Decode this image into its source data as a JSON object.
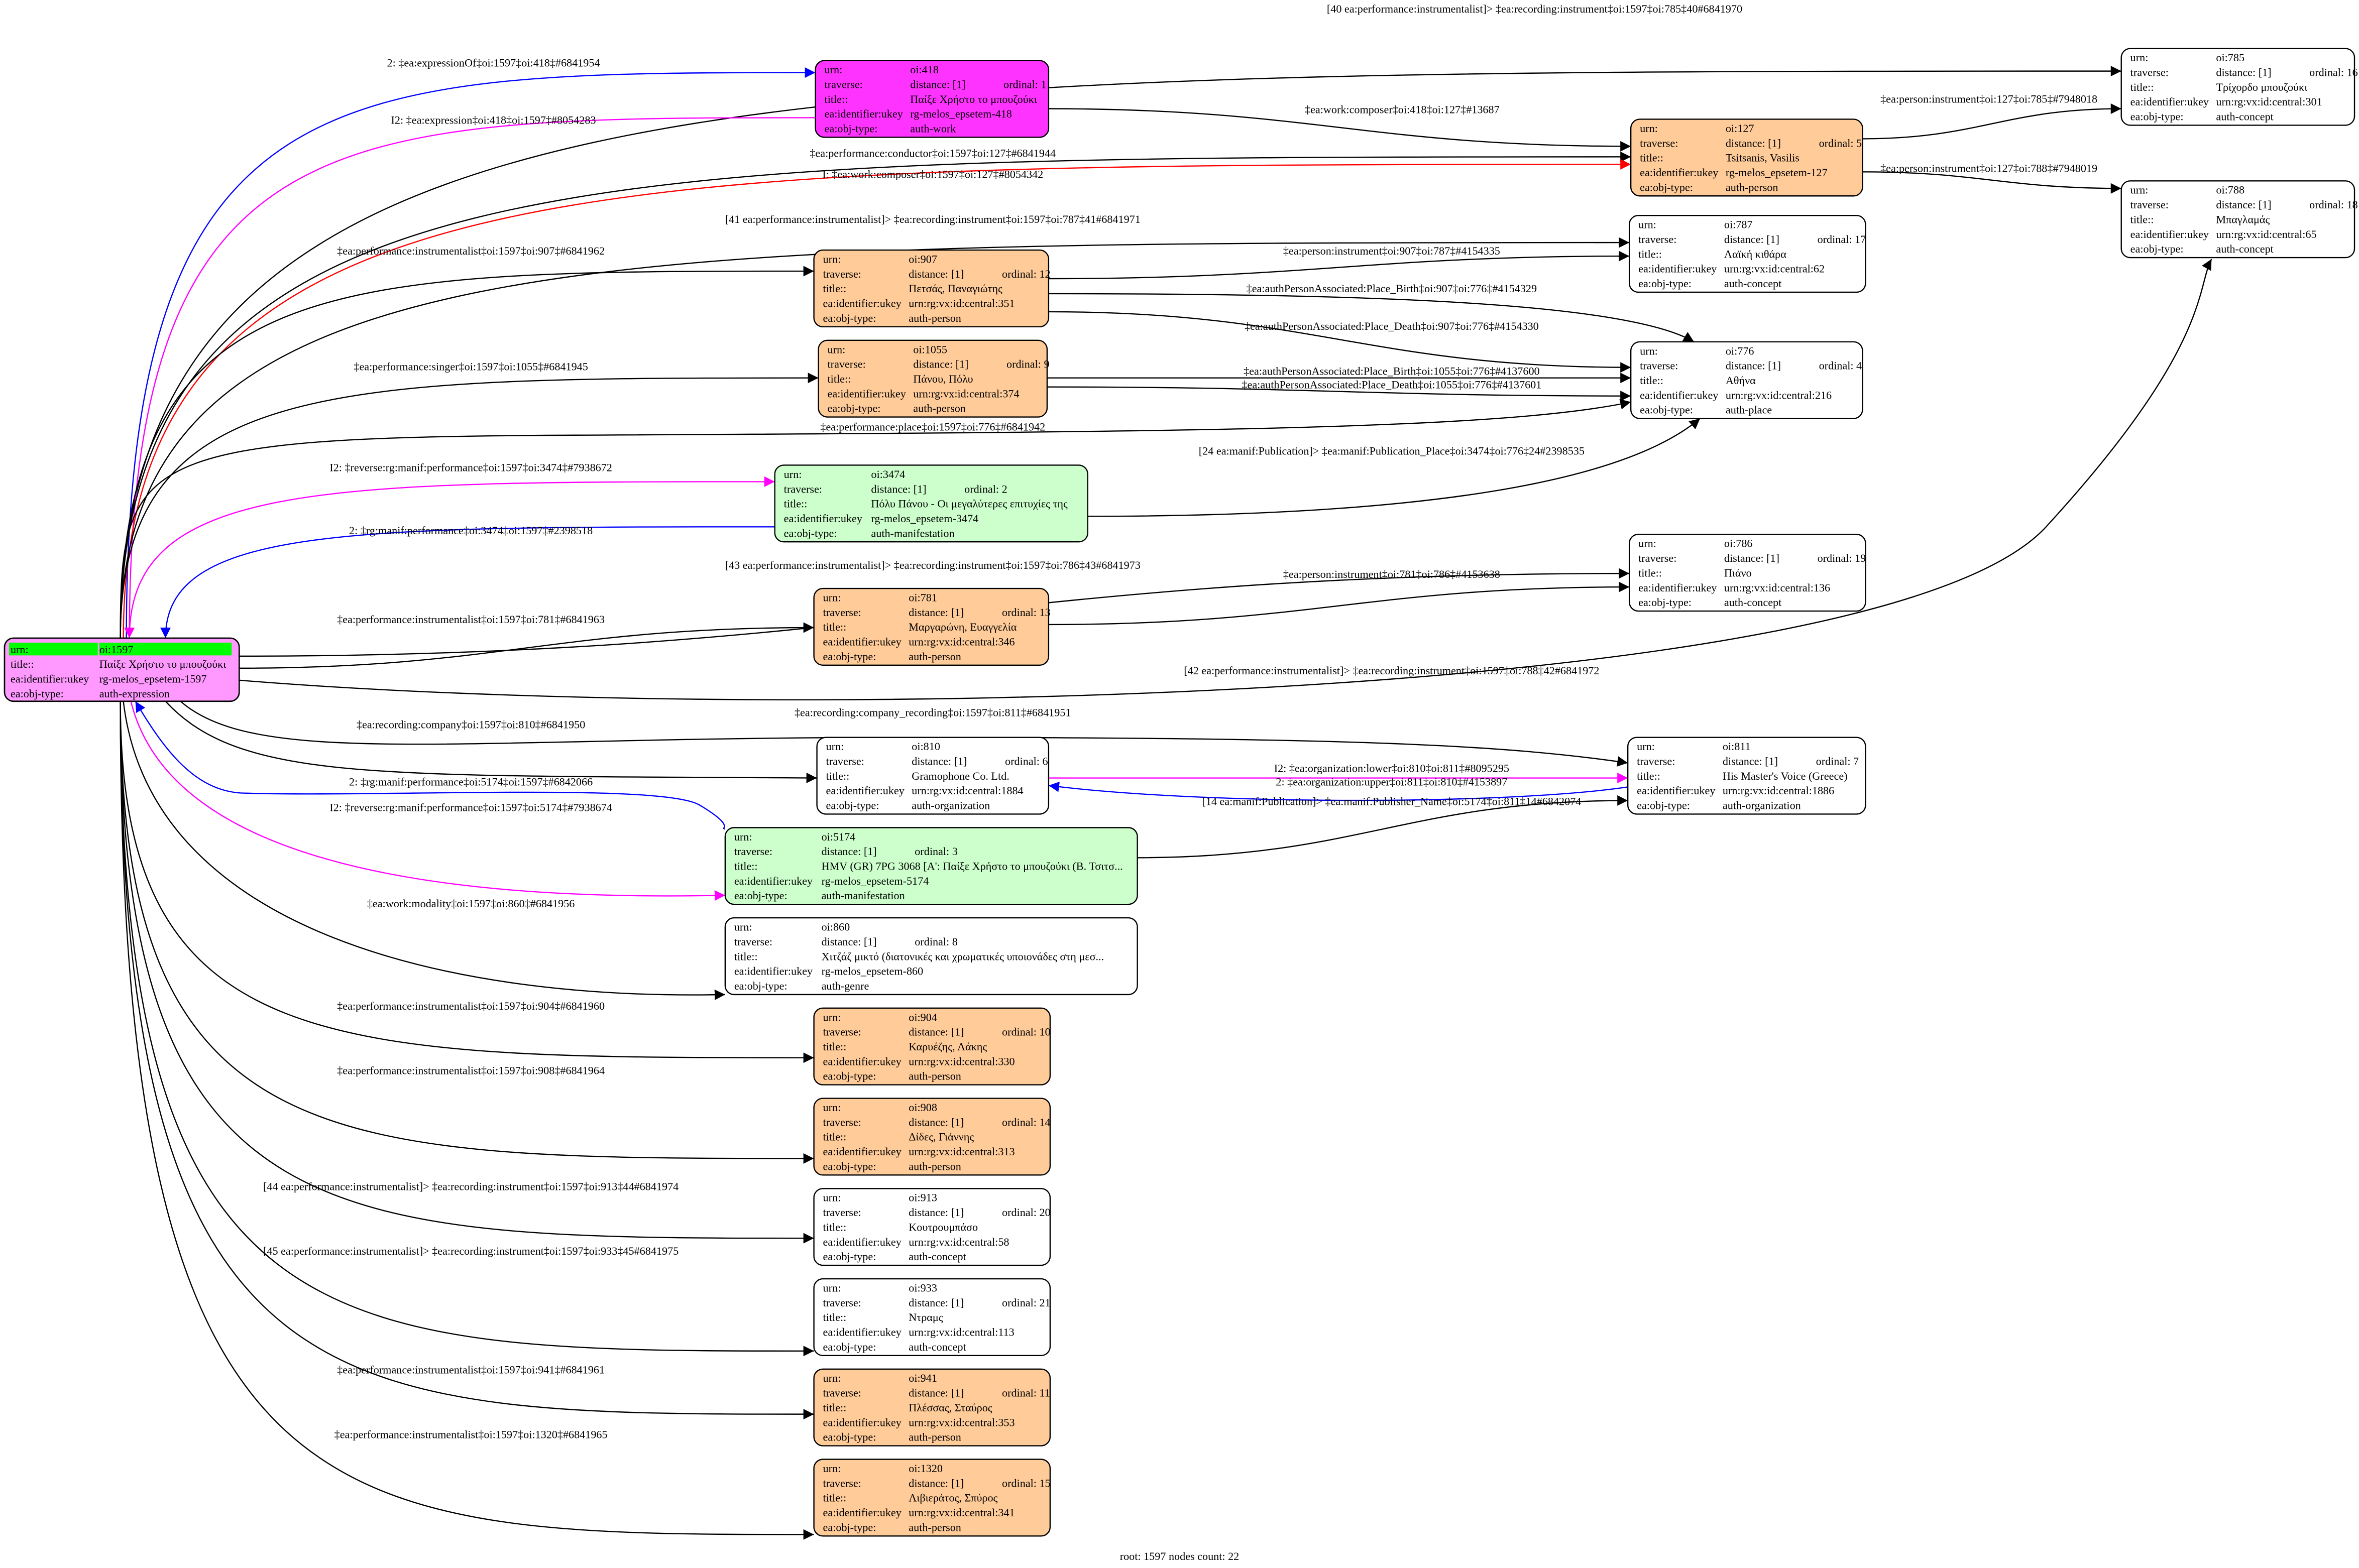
{
  "field_labels": {
    "urn": "urn:",
    "traverse": "traverse:",
    "title": "title::",
    "ukey": "ea:identifier:ukey",
    "obj_type": "ea:obj-type:"
  },
  "colors": {
    "person": "#ffcc99",
    "work": "#ff33ff",
    "expression": "#ff99ff",
    "manifestation": "#ccffcc",
    "plain": "#ffffff",
    "root_highlight": "#00ff00",
    "black": "#000000",
    "blue": "#0000ff",
    "magenta": "#ff00ff",
    "red": "#ff0000"
  },
  "root": {
    "urn": "oi:1597",
    "title": "Παίξε Χρήστο το μπουζούκι",
    "ukey": "rg-melos_epsetem-1597",
    "obj_type": "auth-expression"
  },
  "nodes": [
    {
      "urn": "oi:418",
      "distance": "distance: [1]",
      "ordinal": "ordinal: 1",
      "title": "Παίξε Χρήστο το μπουζούκι",
      "ukey": "rg-melos_epsetem-418",
      "obj_type": "auth-work",
      "kind": "work"
    },
    {
      "urn": "oi:127",
      "distance": "distance: [1]",
      "ordinal": "ordinal: 5",
      "title": "Tsitsanis, Vasilis",
      "ukey": "rg-melos_epsetem-127",
      "obj_type": "auth-person",
      "kind": "person"
    },
    {
      "urn": "oi:785",
      "distance": "distance: [1]",
      "ordinal": "ordinal: 16",
      "title": "Τρίχορδο μπουζούκι",
      "ukey": "urn:rg:vx:id:central:301",
      "obj_type": "auth-concept",
      "kind": "plain"
    },
    {
      "urn": "oi:788",
      "distance": "distance: [1]",
      "ordinal": "ordinal: 18",
      "title": "Μπαγλαμάς",
      "ukey": "urn:rg:vx:id:central:65",
      "obj_type": "auth-concept",
      "kind": "plain"
    },
    {
      "urn": "oi:907",
      "distance": "distance: [1]",
      "ordinal": "ordinal: 12",
      "title": "Πετσάς, Παναγιώτης",
      "ukey": "urn:rg:vx:id:central:351",
      "obj_type": "auth-person",
      "kind": "person"
    },
    {
      "urn": "oi:1055",
      "distance": "distance: [1]",
      "ordinal": "ordinal: 9",
      "title": "Πάνου, Πόλυ",
      "ukey": "urn:rg:vx:id:central:374",
      "obj_type": "auth-person",
      "kind": "person"
    },
    {
      "urn": "oi:787",
      "distance": "distance: [1]",
      "ordinal": "ordinal: 17",
      "title": "Λαϊκή κιθάρα",
      "ukey": "urn:rg:vx:id:central:62",
      "obj_type": "auth-concept",
      "kind": "plain"
    },
    {
      "urn": "oi:776",
      "distance": "distance: [1]",
      "ordinal": "ordinal: 4",
      "title": "Αθήνα",
      "ukey": "urn:rg:vx:id:central:216",
      "obj_type": "auth-place",
      "kind": "plain"
    },
    {
      "urn": "oi:3474",
      "distance": "distance: [1]",
      "ordinal": "ordinal: 2",
      "title": "Πόλυ Πάνου - Οι μεγαλύτερες επιτυχίες της",
      "ukey": "rg-melos_epsetem-3474",
      "obj_type": "auth-manifestation",
      "kind": "manifestation"
    },
    {
      "urn": "oi:786",
      "distance": "distance: [1]",
      "ordinal": "ordinal: 19",
      "title": "Πιάνο",
      "ukey": "urn:rg:vx:id:central:136",
      "obj_type": "auth-concept",
      "kind": "plain"
    },
    {
      "urn": "oi:781",
      "distance": "distance: [1]",
      "ordinal": "ordinal: 13",
      "title": "Μαργαρώνη, Ευαγγελία",
      "ukey": "urn:rg:vx:id:central:346",
      "obj_type": "auth-person",
      "kind": "person"
    },
    {
      "urn": "oi:810",
      "distance": "distance: [1]",
      "ordinal": "ordinal: 6",
      "title": "Gramophone Co. Ltd.",
      "ukey": "urn:rg:vx:id:central:1884",
      "obj_type": "auth-organization",
      "kind": "plain"
    },
    {
      "urn": "oi:811",
      "distance": "distance: [1]",
      "ordinal": "ordinal: 7",
      "title": "His Master's Voice (Greece)",
      "ukey": "urn:rg:vx:id:central:1886",
      "obj_type": "auth-organization",
      "kind": "plain"
    },
    {
      "urn": "oi:5174",
      "distance": "distance: [1]",
      "ordinal": "ordinal: 3",
      "title": "HMV (GR) 7PG 3068 [A': Παίξε Χρήστο το μπουζούκι (Β. Τσιτσ...",
      "ukey": "rg-melos_epsetem-5174",
      "obj_type": "auth-manifestation",
      "kind": "manifestation"
    },
    {
      "urn": "oi:860",
      "distance": "distance: [1]",
      "ordinal": "ordinal: 8",
      "title": "Χιτζάζ μικτό (διατονικές και χρωματικές υποιονάδες στη μεσ...",
      "ukey": "rg-melos_epsetem-860",
      "obj_type": "auth-genre",
      "kind": "plain"
    },
    {
      "urn": "oi:904",
      "distance": "distance: [1]",
      "ordinal": "ordinal: 10",
      "title": "Καρυέζης, Λάκης",
      "ukey": "urn:rg:vx:id:central:330",
      "obj_type": "auth-person",
      "kind": "person"
    },
    {
      "urn": "oi:908",
      "distance": "distance: [1]",
      "ordinal": "ordinal: 14",
      "title": "Δίδες, Γιάννης",
      "ukey": "urn:rg:vx:id:central:313",
      "obj_type": "auth-person",
      "kind": "person"
    },
    {
      "urn": "oi:913",
      "distance": "distance: [1]",
      "ordinal": "ordinal: 20",
      "title": "Κουτρουμπάσο",
      "ukey": "urn:rg:vx:id:central:58",
      "obj_type": "auth-concept",
      "kind": "plain"
    },
    {
      "urn": "oi:933",
      "distance": "distance: [1]",
      "ordinal": "ordinal: 21",
      "title": "Ντραμς",
      "ukey": "urn:rg:vx:id:central:113",
      "obj_type": "auth-concept",
      "kind": "plain"
    },
    {
      "urn": "oi:941",
      "distance": "distance: [1]",
      "ordinal": "ordinal: 11",
      "title": "Πλέσσας, Σταύρος",
      "ukey": "urn:rg:vx:id:central:353",
      "obj_type": "auth-person",
      "kind": "person"
    },
    {
      "urn": "oi:1320",
      "distance": "distance: [1]",
      "ordinal": "ordinal: 15",
      "title": "Λιβιεράτος, Σπύρος",
      "ukey": "urn:rg:vx:id:central:341",
      "obj_type": "auth-person",
      "kind": "person"
    }
  ],
  "edges": [
    {
      "label": "[40 ea:performance:instrumentalist]> ‡ea:recording:instrument‡oi:1597‡oi:785‡40#6841970",
      "color": "black"
    },
    {
      "label": "2: ‡ea:expressionOf‡oi:1597‡oi:418‡#6841954",
      "color": "blue"
    },
    {
      "label": "I2: ‡ea:expression‡oi:418‡oi:1597‡#8054283",
      "color": "magenta"
    },
    {
      "label": "‡ea:work:composer‡oi:418‡oi:127‡#13687",
      "color": "black"
    },
    {
      "label": "‡ea:performance:conductor‡oi:1597‡oi:127‡#6841944",
      "color": "black"
    },
    {
      "label": "I: ‡ea:work:composer‡oi:1597‡oi:127‡#8054342",
      "color": "red"
    },
    {
      "label": "[41 ea:performance:instrumentalist]> ‡ea:recording:instrument‡oi:1597‡oi:787‡41#6841971",
      "color": "black"
    },
    {
      "label": "‡ea:performance:instrumentalist‡oi:1597‡oi:907‡#6841962",
      "color": "black"
    },
    {
      "label": "‡ea:person:instrument‡oi:907‡oi:787‡#4154335",
      "color": "black"
    },
    {
      "label": "‡ea:authPersonAssociated:Place_Birth‡oi:907‡oi:776‡#4154329",
      "color": "black"
    },
    {
      "label": "‡ea:authPersonAssociated:Place_Death‡oi:907‡oi:776‡#4154330",
      "color": "black"
    },
    {
      "label": "‡ea:performance:singer‡oi:1597‡oi:1055‡#6841945",
      "color": "black"
    },
    {
      "label": "‡ea:authPersonAssociated:Place_Birth‡oi:1055‡oi:776‡#4137600",
      "color": "black"
    },
    {
      "label": "‡ea:authPersonAssociated:Place_Death‡oi:1055‡oi:776‡#4137601",
      "color": "black"
    },
    {
      "label": "‡ea:performance:place‡oi:1597‡oi:776‡#6841942",
      "color": "black"
    },
    {
      "label": "[24 ea:manif:Publication]> ‡ea:manif:Publication_Place‡oi:3474‡oi:776‡24#2398535",
      "color": "black"
    },
    {
      "label": "I2: ‡reverse:rg:manif:performance‡oi:1597‡oi:3474‡#7938672",
      "color": "magenta"
    },
    {
      "label": "2: ‡rg:manif:performance‡oi:3474‡oi:1597‡#2398518",
      "color": "blue"
    },
    {
      "label": "‡ea:person:instrument‡oi:127‡oi:785‡#7948018",
      "color": "black"
    },
    {
      "label": "‡ea:person:instrument‡oi:127‡oi:788‡#7948019",
      "color": "black"
    },
    {
      "label": "[43 ea:performance:instrumentalist]> ‡ea:recording:instrument‡oi:1597‡oi:786‡43#6841973",
      "color": "black"
    },
    {
      "label": "‡ea:person:instrument‡oi:781‡oi:786‡#4153638",
      "color": "black"
    },
    {
      "label": "‡ea:performance:instrumentalist‡oi:1597‡oi:781‡#6841963",
      "color": "black"
    },
    {
      "label": "[42 ea:performance:instrumentalist]> ‡ea:recording:instrument‡oi:1597‡oi:788‡42#6841972",
      "color": "black"
    },
    {
      "label": "‡ea:recording:company_recording‡oi:1597‡oi:811‡#6841951",
      "color": "black"
    },
    {
      "label": "‡ea:recording:company‡oi:1597‡oi:810‡#6841950",
      "color": "black"
    },
    {
      "label": "I2: ‡ea:organization:lower‡oi:810‡oi:811‡#8095295",
      "color": "magenta"
    },
    {
      "label": "2: ‡ea:organization:upper‡oi:811‡oi:810‡#4153897",
      "color": "blue"
    },
    {
      "label": "[14 ea:manif:Publication]> ‡ea:manif:Publisher_Name‡oi:5174‡oi:811‡14#6842074",
      "color": "black"
    },
    {
      "label": "2: ‡rg:manif:performance‡oi:5174‡oi:1597‡#6842066",
      "color": "blue"
    },
    {
      "label": "I2: ‡reverse:rg:manif:performance‡oi:1597‡oi:5174‡#7938674",
      "color": "magenta"
    },
    {
      "label": "‡ea:work:modality‡oi:1597‡oi:860‡#6841956",
      "color": "black"
    },
    {
      "label": "‡ea:performance:instrumentalist‡oi:1597‡oi:904‡#6841960",
      "color": "black"
    },
    {
      "label": "‡ea:performance:instrumentalist‡oi:1597‡oi:908‡#6841964",
      "color": "black"
    },
    {
      "label": "[44 ea:performance:instrumentalist]> ‡ea:recording:instrument‡oi:1597‡oi:913‡44#6841974",
      "color": "black"
    },
    {
      "label": "[45 ea:performance:instrumentalist]> ‡ea:recording:instrument‡oi:1597‡oi:933‡45#6841975",
      "color": "black"
    },
    {
      "label": "‡ea:performance:instrumentalist‡oi:1597‡oi:941‡#6841961",
      "color": "black"
    },
    {
      "label": "‡ea:performance:instrumentalist‡oi:1597‡oi:1320‡#6841965",
      "color": "black"
    }
  ],
  "footer": "root: 1597 nodes count: 22"
}
